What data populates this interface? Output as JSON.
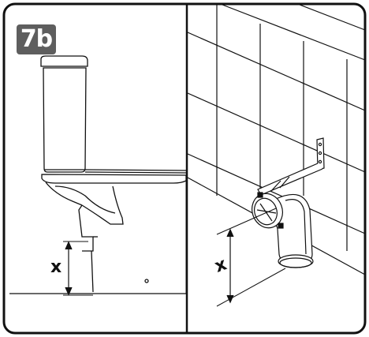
{
  "step_label": "7b",
  "left_panel": {
    "dimension_label": "x"
  },
  "right_panel": {
    "dimension_label": "x"
  },
  "colors": {
    "ink": "#111111",
    "badge": "#5e5e5e",
    "background": "#ffffff"
  }
}
